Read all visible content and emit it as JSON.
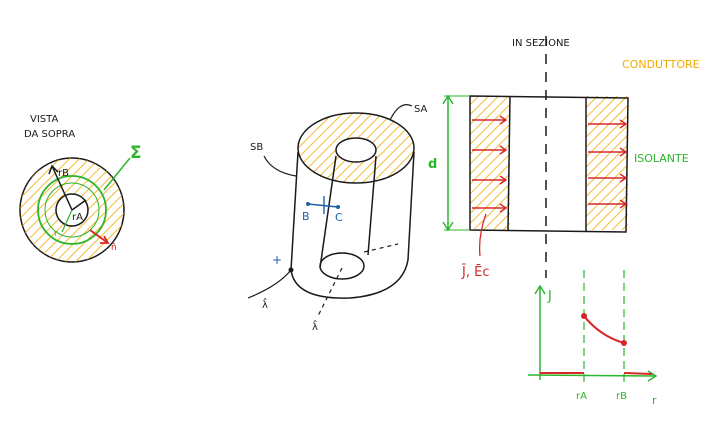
{
  "top_view": {
    "title_line1": "VISTA",
    "title_line2": "DA SOPRA",
    "sigma": "Σ",
    "r_b": "rB",
    "r_a": "rA",
    "r_small": "r",
    "n_hat": "n̂"
  },
  "cylinder": {
    "sa": "SA",
    "sb": "SB",
    "b_label": "B",
    "c_label": "C",
    "plus": "+",
    "lambda1": "λ̂",
    "lambda2": "λ̂"
  },
  "section": {
    "title": "IN SEZIONE",
    "conduttore": "CONDUTTORE",
    "isolante": "ISOLANTE",
    "d_label": "d",
    "j_ec": "J̄, Ēc"
  },
  "graph": {
    "y_label": "J",
    "x_label": "r",
    "tick_ra": "rA",
    "tick_rb": "rB"
  },
  "colors": {
    "ink": "#1a1a1a",
    "red": "#d62828",
    "green": "#2bb52b",
    "blue": "#1f5fa8",
    "orange": "#f2a900"
  }
}
